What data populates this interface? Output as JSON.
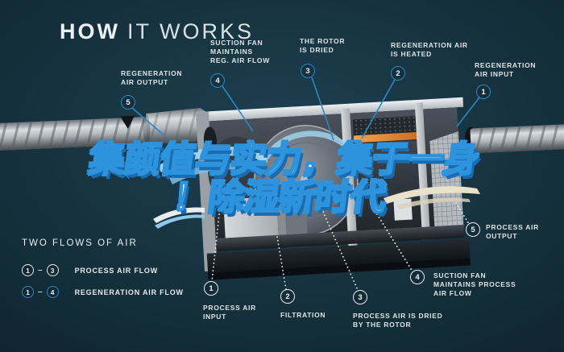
{
  "title": {
    "bold": "HOW",
    "light": "IT WORKS"
  },
  "headline": {
    "line1": "集颜值与实力，集于一身",
    "line2": "！除湿新时代"
  },
  "legend": {
    "title": "TWO FLOWS OF AIR",
    "separator": "–",
    "items": [
      {
        "from": "1",
        "to": "3",
        "label": "PROCESS AIR FLOW",
        "style": "process"
      },
      {
        "from": "1",
        "to": "4",
        "label": "REGENERATION AIR FLOW",
        "style": "regeneration"
      }
    ]
  },
  "callouts": {
    "regeneration": [
      {
        "number": "1",
        "label": "REGENERATION\nAIR INPUT"
      },
      {
        "number": "2",
        "label": "REGENERATION AIR\nIS HEATED"
      },
      {
        "number": "3",
        "label": "THE ROTOR\nIS DRIED"
      },
      {
        "number": "4",
        "label": "SUCTION FAN\nMAINTAINS\nREG. AIR FLOW"
      },
      {
        "number": "5",
        "label": "REGENERATION\nAIR OUTPUT"
      }
    ],
    "process": [
      {
        "number": "1",
        "label": "PROCESS AIR\nINPUT"
      },
      {
        "number": "2",
        "label": "FILTRATION"
      },
      {
        "number": "3",
        "label": "PROCESS AIR IS DRIED\nBY THE ROTOR"
      },
      {
        "number": "4",
        "label": "SUCTION FAN\nMAINTAINS PROCESS\nAIR FLOW"
      },
      {
        "number": "5",
        "label": "PROCESS AIR\nOUTPUT"
      }
    ]
  },
  "colors": {
    "background": "#17333F",
    "accent_blue": "#2E86C2",
    "label_white": "#DDE4E8",
    "headline_fill": "#FFFFFF",
    "headline_outline": "#2E93DD",
    "heater_orange": "#E08B34",
    "airflow_blue": "#A7D8F1",
    "airflow_cream": "#E9E2CA"
  }
}
